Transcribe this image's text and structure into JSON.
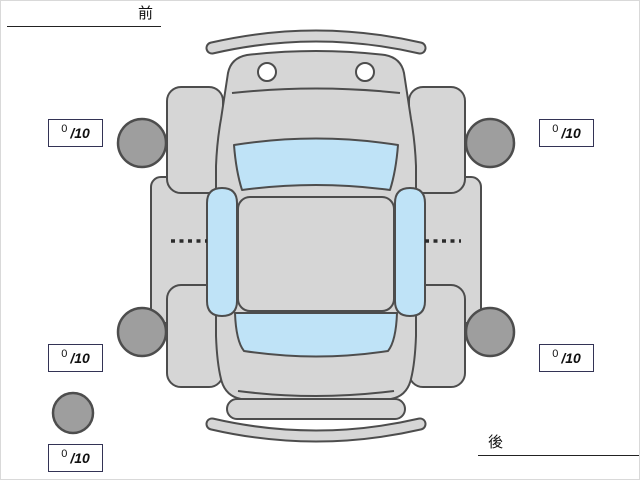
{
  "labels": {
    "front": "前",
    "rear": "後"
  },
  "scores": {
    "front_left": {
      "value": "0",
      "max": "/10"
    },
    "front_right": {
      "value": "0",
      "max": "/10"
    },
    "rear_left": {
      "value": "0",
      "max": "/10"
    },
    "rear_right": {
      "value": "0",
      "max": "/10"
    },
    "spare": {
      "value": "0",
      "max": "/10"
    }
  },
  "diagram": {
    "type": "car-top-view-inspection",
    "wheels": [
      "front-left",
      "front-right",
      "rear-left",
      "rear-right",
      "spare"
    ],
    "colors": {
      "body": "#d6d6d6",
      "window": "#bfe3f7",
      "wheel": "#9e9e9e",
      "outline": "#4d4d4d",
      "box_border": "#333355"
    }
  }
}
